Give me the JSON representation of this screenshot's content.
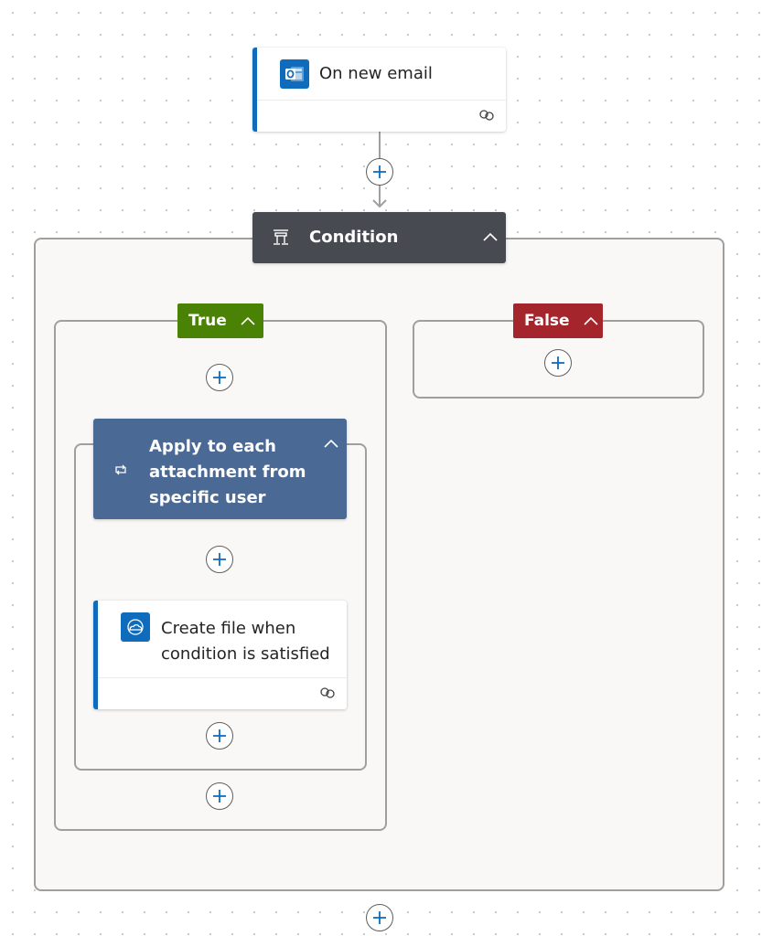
{
  "trigger": {
    "title": "On new email",
    "icon": "outlook-icon",
    "service_color": "#0f6cbd"
  },
  "condition": {
    "title": "Condition",
    "icon": "condition-icon",
    "color": "#474a51"
  },
  "branches": {
    "true": {
      "label": "True",
      "color": "#498205"
    },
    "false": {
      "label": "False",
      "color": "#a4262c"
    }
  },
  "foreach": {
    "line1": "Apply to each",
    "line2": "attachment from",
    "line3": "specific user",
    "icon": "loop-icon",
    "color": "#4a6a95"
  },
  "create_file": {
    "line1": "Create file when",
    "line2": "condition is satisfied",
    "icon": "onedrive-icon",
    "service_color": "#0f6cbd"
  },
  "colors": {
    "accent": "#0f6cbd",
    "wire": "#a19f9d",
    "plus": "#0f6cbd"
  }
}
